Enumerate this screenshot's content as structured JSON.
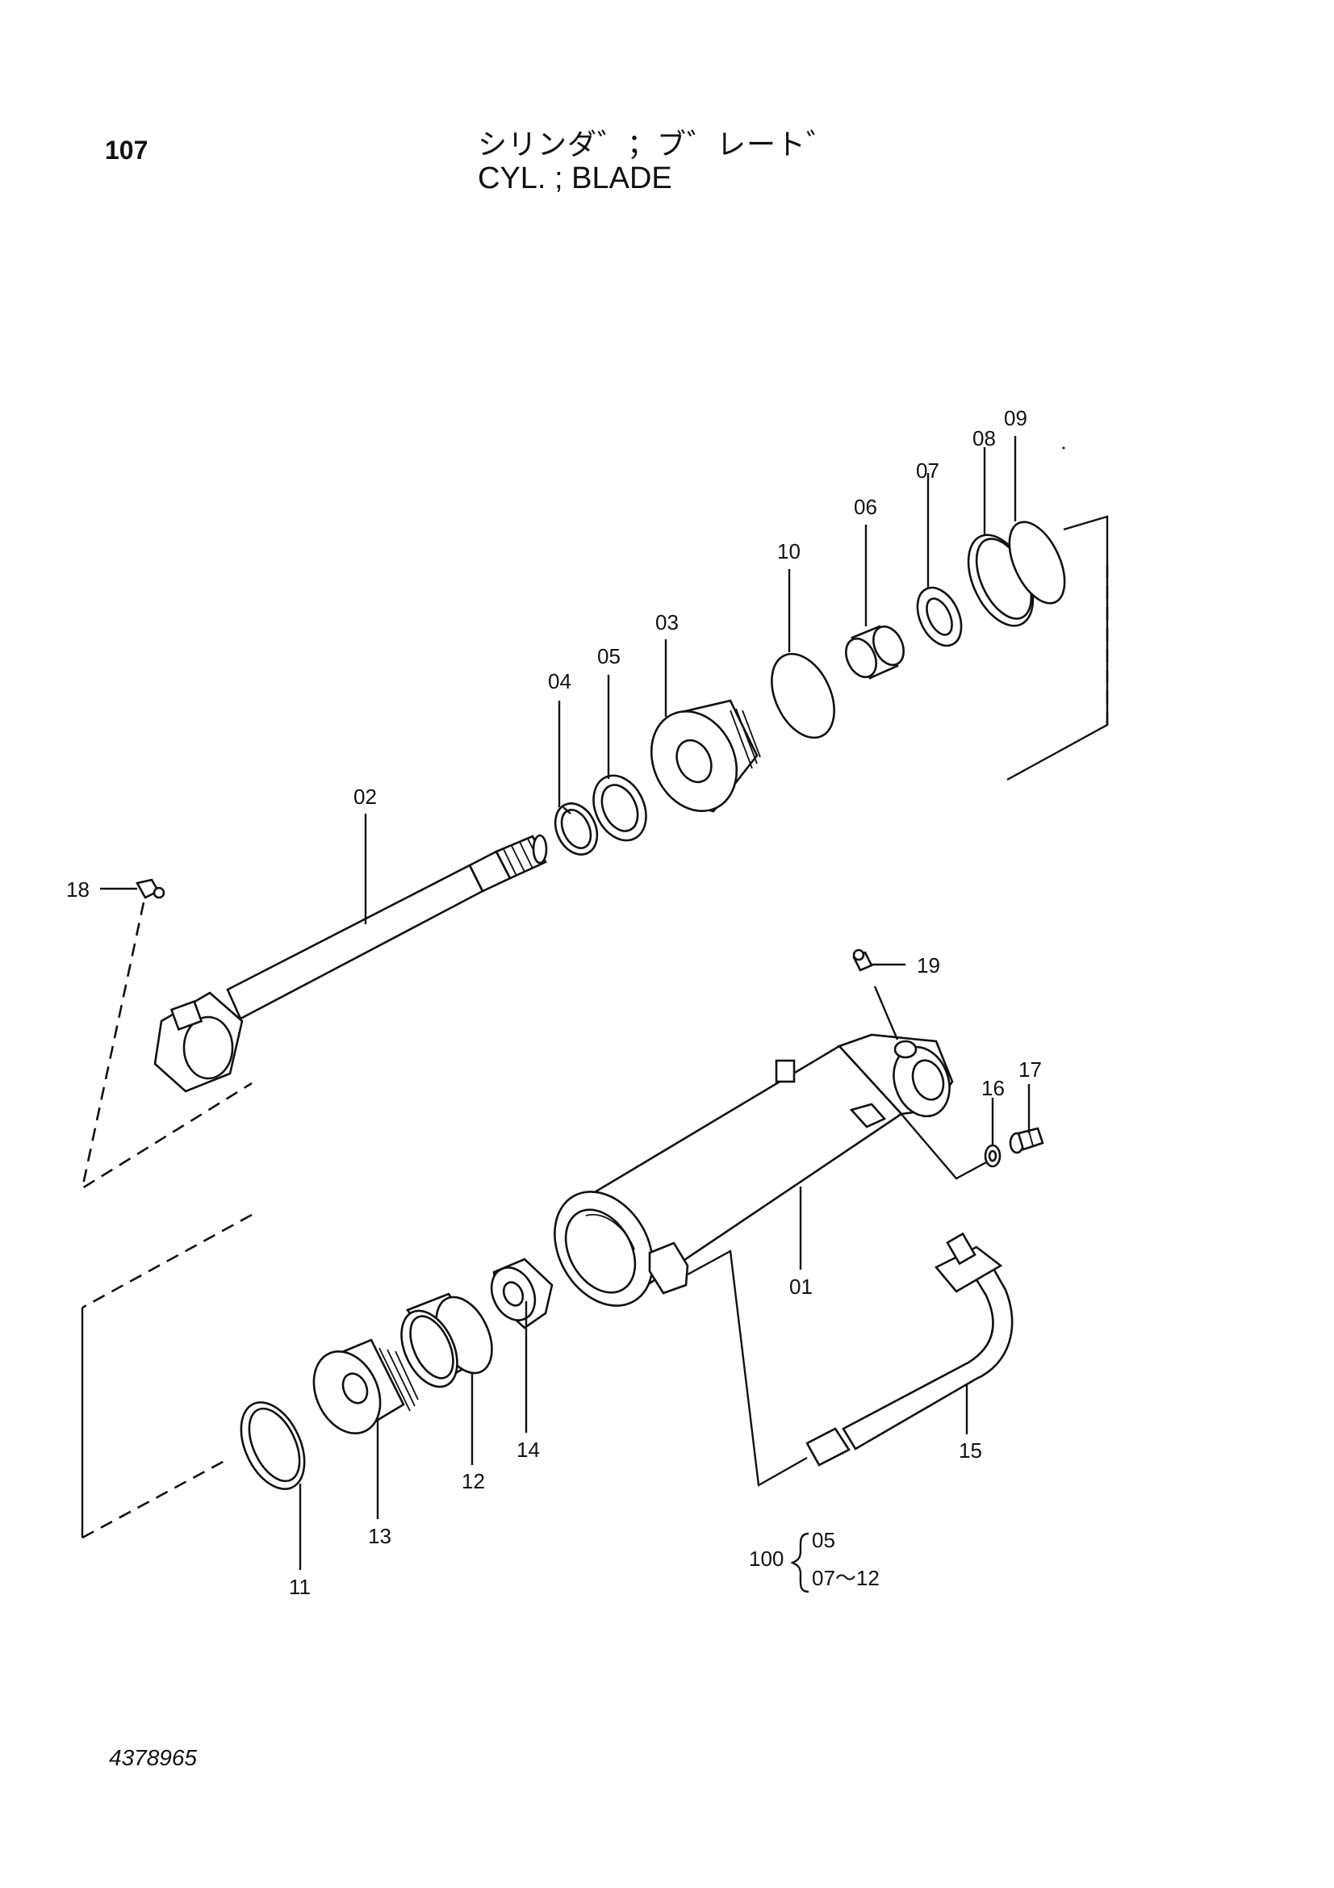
{
  "header": {
    "page_number": "107",
    "title_jp": "シリンダ゛；ブ゛レート゛",
    "title_en": "CYL. ; BLADE"
  },
  "callouts": {
    "p01": "01",
    "p02": "02",
    "p03": "03",
    "p04": "04",
    "p05": "05",
    "p06": "06",
    "p07": "07",
    "p08": "08",
    "p09": "09",
    "p10": "10",
    "p11": "11",
    "p12": "12",
    "p13": "13",
    "p14": "14",
    "p15": "15",
    "p16": "16",
    "p17": "17",
    "p18": "18",
    "p19": "19"
  },
  "kit_note": {
    "number": "100",
    "items": [
      "05",
      "07～12"
    ]
  },
  "footer": {
    "document_number": "4378965"
  }
}
